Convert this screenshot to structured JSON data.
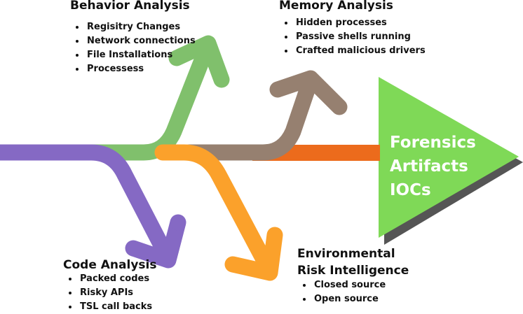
{
  "behavior": {
    "title": "Behavior Analysis",
    "items": [
      "Regisitry Changes",
      "Network connections",
      "File Installations",
      "Processess"
    ]
  },
  "memory": {
    "title": "Memory Analysis",
    "items": [
      "Hidden processes",
      "Passive shells running",
      "Crafted malicious drivers"
    ]
  },
  "code": {
    "title": "Code Analysis",
    "items": [
      "Packed codes",
      "Risky APIs",
      "TSL call backs"
    ]
  },
  "environmental": {
    "title_line1": "Environmental",
    "title_line2": "Risk Intelligence",
    "items": [
      "Closed source",
      "Open source"
    ]
  },
  "target": {
    "lines": [
      "Forensics",
      "Artifacts",
      "IOCs"
    ]
  },
  "colors": {
    "purple": "#8569c4",
    "green": "#80c06c",
    "brown": "#968070",
    "orange": "#fba12b",
    "red_orange": "#ec6b1c",
    "target_green": "#7fd957",
    "shadow": "#555555"
  }
}
